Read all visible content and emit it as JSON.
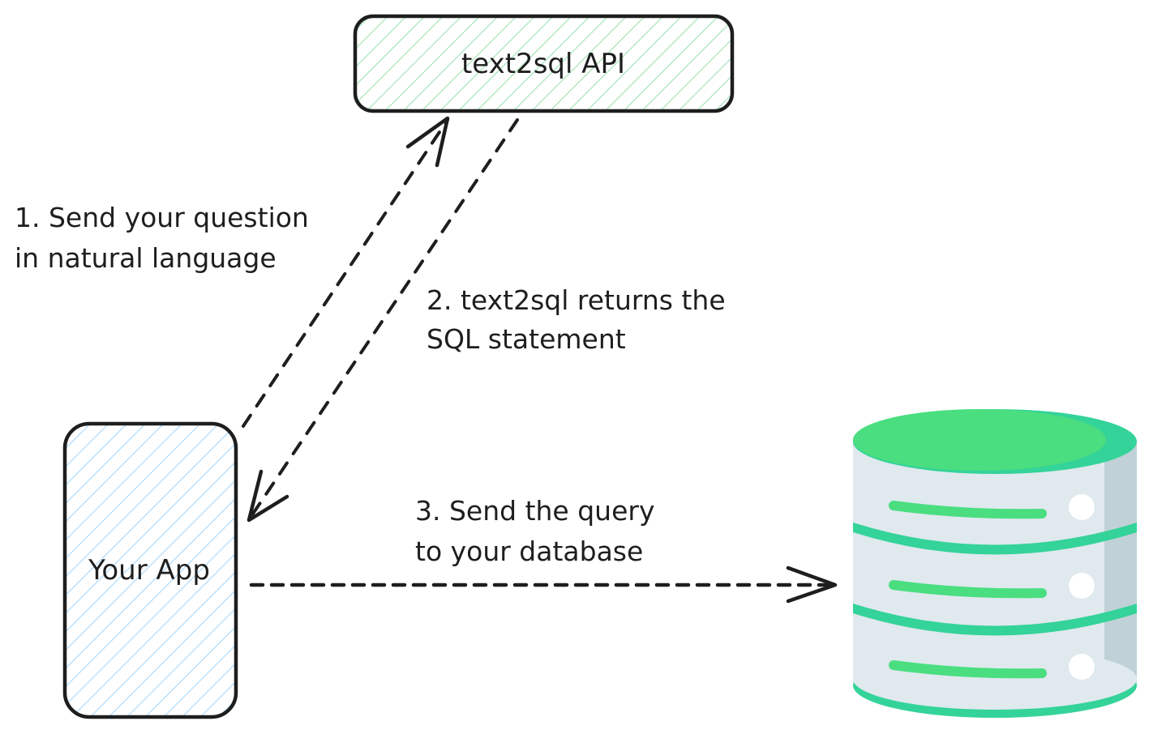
{
  "diagram": {
    "nodes": {
      "api": {
        "label": "text2sql API",
        "hatch_color": "#9be3b0"
      },
      "app": {
        "label": "Your App",
        "hatch_color": "#a5d8ff"
      },
      "database": {
        "label": "",
        "top_color": "#4ade80",
        "rim_color": "#34d399",
        "body_color": "#dfe9ee",
        "shade_color": "#c1d1d8",
        "indicator_color": "#ffffff"
      }
    },
    "edges": [
      {
        "id": "step1",
        "from": "app",
        "to": "api",
        "style": "dashed",
        "lines": [
          "1. Send your question",
          "in natural language"
        ]
      },
      {
        "id": "step2",
        "from": "api",
        "to": "app",
        "style": "dashed",
        "lines": [
          "2. text2sql returns the",
          "SQL statement"
        ]
      },
      {
        "id": "step3",
        "from": "app",
        "to": "database",
        "style": "dashed",
        "lines": [
          "3. Send the query",
          "to your database"
        ]
      }
    ],
    "stroke_color": "#1e1e1e"
  }
}
